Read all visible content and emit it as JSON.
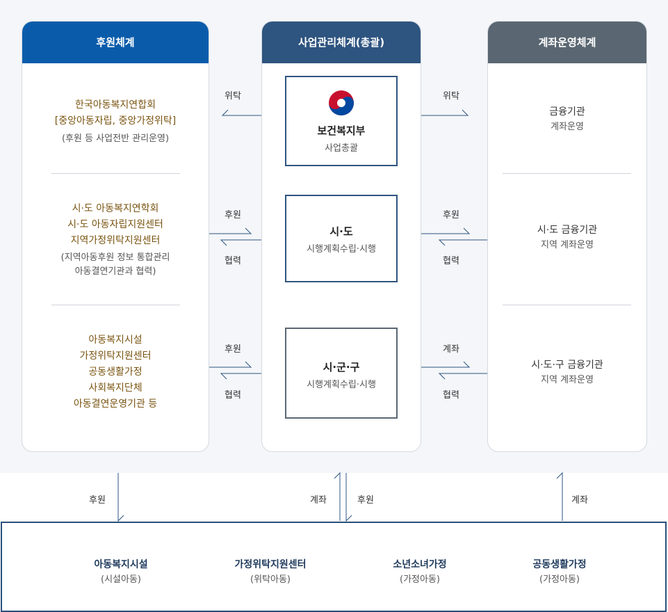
{
  "columns": {
    "sponsor": {
      "title": "후원체계",
      "color": "#0a5cab"
    },
    "management": {
      "title": "사업관리체계(총괄)",
      "color": "#2e5480"
    },
    "account": {
      "title": "계좌운영체계",
      "color": "#5a6772"
    }
  },
  "sponsor_groups": [
    {
      "lines": [
        "한국아동복지연합회",
        "[중앙아동자립, 중앙가정위탁]"
      ],
      "note": [
        "(후원 등 사업전반 관리운영)"
      ]
    },
    {
      "lines": [
        "시·도 아동복지연학회",
        "시·도 아동자립지원센터",
        "지역가정위탁지원센터"
      ],
      "note": [
        "(지역아동후원 정보 통합관리",
        "아동결연기관과 협력)"
      ]
    },
    {
      "lines": [
        "아동복지시설",
        "가정위탁지원센터",
        "공동생활가정",
        "사회복지단체",
        "아동결연운영기관 등"
      ],
      "note": []
    }
  ],
  "management_boxes": [
    {
      "title": "보건복지부",
      "sub": "사업총괄",
      "icon": "taegeuk-emblem-icon"
    },
    {
      "title": "시·도",
      "sub": "시행계획수립·시행"
    },
    {
      "title": "시·군·구",
      "sub": "시행계획수립·시행"
    }
  ],
  "account_groups": [
    {
      "title": "금융기관",
      "sub": "계좌운영"
    },
    {
      "title": "시·도 금융기관",
      "sub": "지역 계좌운영"
    },
    {
      "title": "시·도·구 금융기관",
      "sub": "지역 계좌운영"
    }
  ],
  "connectors": {
    "left": [
      "위탁",
      "후원",
      "협력",
      "후원",
      "협력"
    ],
    "right": [
      "위탁",
      "후원",
      "협력",
      "계좌",
      "협력"
    ],
    "bottom": [
      "후원",
      "계좌",
      "후원",
      "계좌"
    ]
  },
  "beneficiaries": [
    {
      "name": "아동복지시설",
      "sub": "(시설아동)"
    },
    {
      "name": "가정위탁지원센터",
      "sub": "(위탁아동)"
    },
    {
      "name": "소년소녀가정",
      "sub": "(가정아동)"
    },
    {
      "name": "공동생활가정",
      "sub": "(가정아동)"
    }
  ],
  "colors": {
    "line": "#2e5480",
    "box_border": "#2e5480",
    "sigungu_border": "#5a6772",
    "brown_text": "#7a5410"
  }
}
